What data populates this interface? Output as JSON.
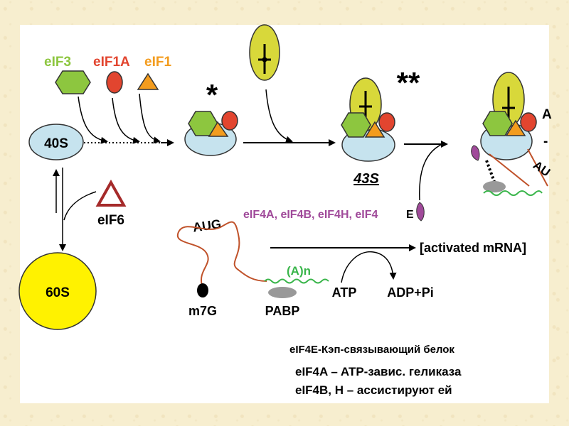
{
  "labels": {
    "eif3": "eIF3",
    "eif1a": "eIF1A",
    "eif1": "eIF1",
    "star1": "*",
    "star2": "**",
    "s40": "40S",
    "s60": "60S",
    "s43": "43S",
    "eif6": "eIF6",
    "eif4_group": "eIF4A, eIF4B, eIF4H, eIF4",
    "eif4_e": "E",
    "aug": "AUG",
    "polya": "(A)n",
    "activated_mrna": "[activated mRNA]",
    "m7g": "m7G",
    "pabp": "PABP",
    "atp": "ATP",
    "adp": "ADP+Pi",
    "edge_a1": "A",
    "edge_dash": "-",
    "edge_au": "AU"
  },
  "captions": {
    "line1": "eIF4E-Кэп-связывающий белок",
    "line2": "eIF4A – ATP-завис. геликаза",
    "line3": "eIF4B, H – ассистируют  ей"
  },
  "colors": {
    "eif3": "#8dc63f",
    "eif1a": "#e2452f",
    "eif1": "#f39c1e",
    "ribo40": "#c6e3ee",
    "ribo60": "#fff200",
    "eif2_yellow": "#d8d83a",
    "eif4": "#a04a9a",
    "mrna": "#c0522a",
    "polya": "#39b54a",
    "eif6": "#a52a2a"
  }
}
